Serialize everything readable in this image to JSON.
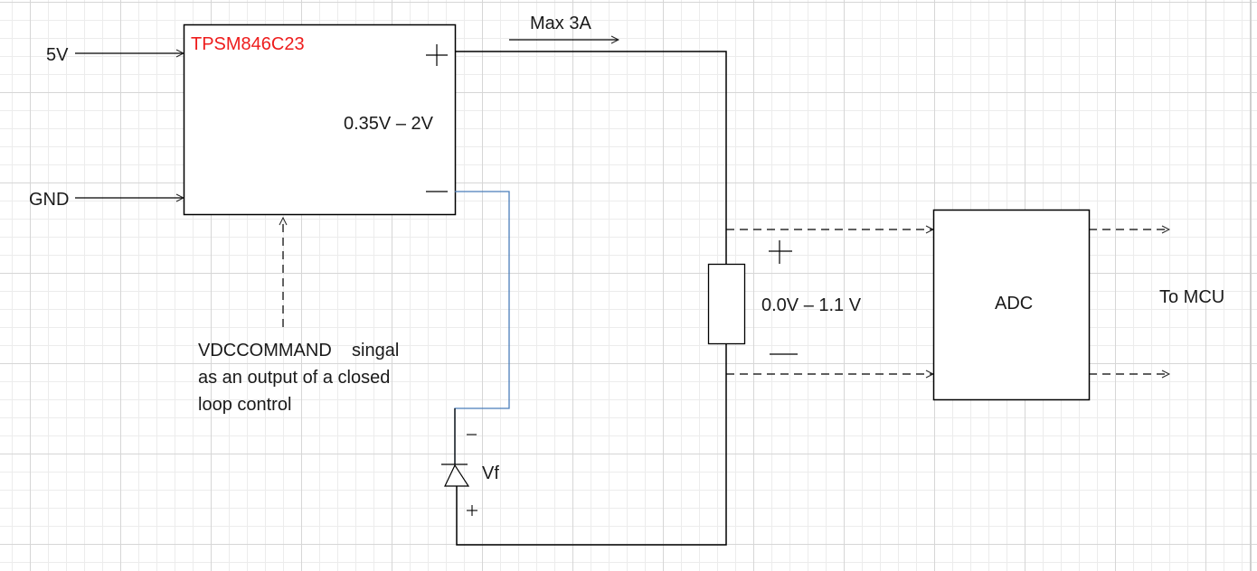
{
  "diagram": {
    "inputs": {
      "vin": "5V",
      "gnd": "GND"
    },
    "module": {
      "name": "TPSM846C23",
      "output_range": "0.35V – 2V",
      "plus": "+",
      "minus": "—",
      "name_color": "#ee1c1c"
    },
    "current_label": "Max 3A",
    "control_note": "VDCCOMMAND    singal\nas an output of a closed\nloop control",
    "diode": {
      "label": "Vf",
      "minus": "–",
      "plus": "+"
    },
    "shunt": {
      "voltage_range": "0.0V – 1.1 V",
      "plus": "+",
      "minus": "—"
    },
    "adc": {
      "label": "ADC"
    },
    "output_label": "To MCU",
    "colors": {
      "wire": "#000000",
      "return_wire": "#4a7ebb",
      "grid_minor": "#ececec",
      "grid_major": "#d6d6d6"
    }
  }
}
